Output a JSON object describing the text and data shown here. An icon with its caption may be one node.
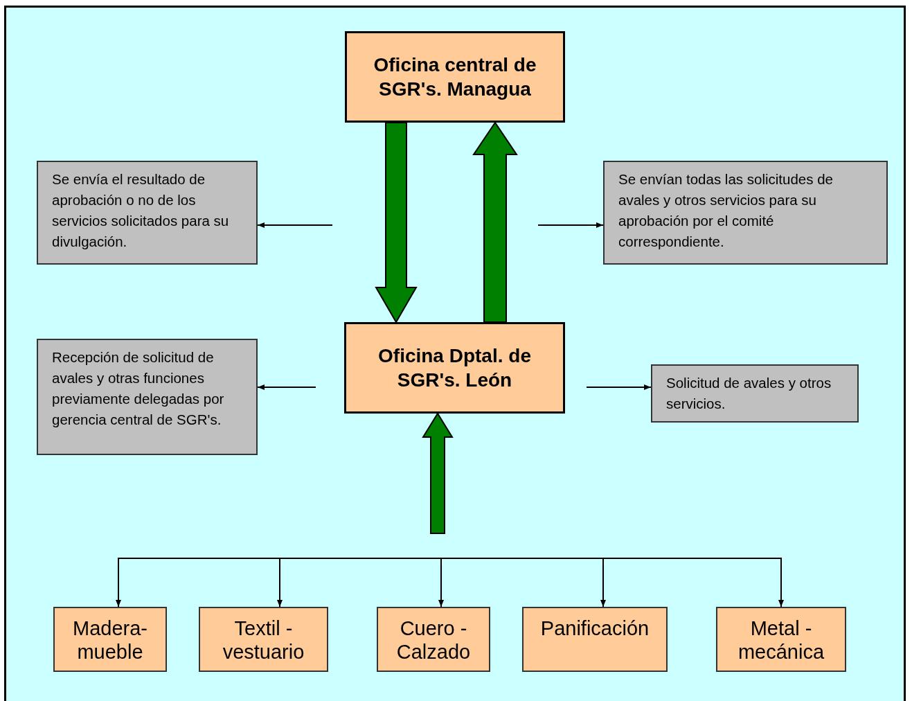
{
  "diagram": {
    "nodes": [
      {
        "text": [
          "Oficina central de SGR's. Managua"
        ]
      },
      {
        "text": [
          "Se envía el resultado de aprobación o no de los servicios solicitados para su divulgación."
        ]
      },
      {
        "text": [
          "Se envían todas las solicitudes de avales y otros servicios para su aprobación por el comité correspondiente."
        ]
      },
      {
        "text": [
          "Oficina Dptal. de SGR's. León"
        ]
      },
      {
        "text": [
          "Recepción de solicitud de avales y otras funciones previamente delegadas por gerencia central de SGR's."
        ]
      },
      {
        "text": [
          "Solicitud de avales y otros servicios."
        ]
      },
      {
        "text": [
          "Madera-mueble"
        ]
      },
      {
        "text": [
          "Textil - vestuario"
        ]
      },
      {
        "text": [
          "Cuero - Calzado"
        ]
      },
      {
        "text": [
          "Panificación"
        ]
      },
      {
        "text": [
          "Metal - mecánica"
        ]
      }
    ],
    "edges": [
      {
        "from": 0,
        "to": 3,
        "arrow": "to",
        "style": "thick",
        "color": "#008000"
      },
      {
        "from": 3,
        "to": 0,
        "arrow": "to",
        "style": "thick",
        "color": "#008000"
      },
      {
        "from": null,
        "to": 1,
        "arrow": "to"
      },
      {
        "from": null,
        "to": 2,
        "arrow": "to"
      },
      {
        "from": null,
        "to": 4,
        "arrow": "to"
      },
      {
        "from": null,
        "to": 5,
        "arrow": "to"
      },
      {
        "from": null,
        "to": 3,
        "arrow": "to",
        "style": "thick",
        "color": "#008000"
      },
      {
        "from": null,
        "to": 6,
        "arrow": "to"
      },
      {
        "from": null,
        "to": 7,
        "arrow": "to"
      },
      {
        "from": null,
        "to": 8,
        "arrow": "to"
      },
      {
        "from": null,
        "to": 9,
        "arrow": "to"
      },
      {
        "from": null,
        "to": 10,
        "arrow": "to"
      }
    ]
  }
}
